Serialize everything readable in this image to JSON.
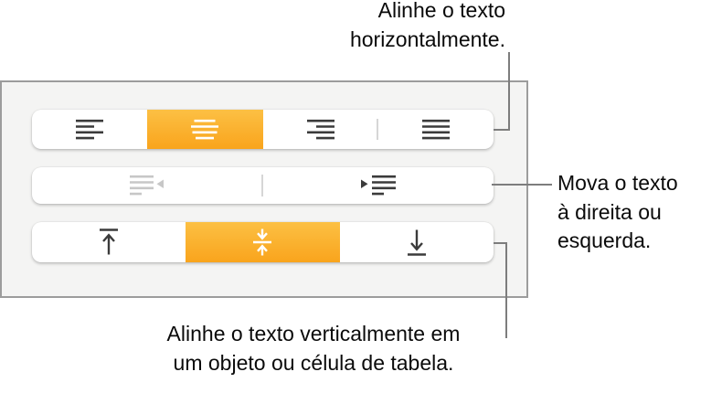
{
  "callouts": {
    "horizontal": {
      "lines": [
        "Alinhe o texto",
        "horizontalmente."
      ]
    },
    "indent": {
      "lines": [
        "Mova o texto",
        "à direita ou",
        "esquerda."
      ]
    },
    "vertical": {
      "lines": [
        "Alinhe o texto verticalmente em",
        "um objeto ou célula de tabela."
      ]
    }
  },
  "toolbar": {
    "rows": [
      {
        "name": "horizontal-alignment",
        "buttons": [
          {
            "icon": "align-left-icon",
            "selected": false,
            "disabled": false
          },
          {
            "icon": "align-center-icon",
            "selected": true,
            "disabled": false
          },
          {
            "icon": "align-right-icon",
            "selected": false,
            "disabled": false
          },
          {
            "icon": "justify-icon",
            "selected": false,
            "disabled": false
          }
        ]
      },
      {
        "name": "indentation",
        "buttons": [
          {
            "icon": "outdent-icon",
            "selected": false,
            "disabled": true
          },
          {
            "icon": "indent-icon",
            "selected": false,
            "disabled": false
          }
        ]
      },
      {
        "name": "vertical-alignment",
        "buttons": [
          {
            "icon": "align-top-icon",
            "selected": false,
            "disabled": false
          },
          {
            "icon": "align-middle-icon",
            "selected": true,
            "disabled": false
          },
          {
            "icon": "align-bottom-icon",
            "selected": false,
            "disabled": false
          }
        ]
      }
    ]
  },
  "colors": {
    "accent_top": "#fcc044",
    "accent_bottom": "#f9a41c",
    "panel_bg": "#f4f4f3",
    "panel_border": "#9c9c9c",
    "icon": "#3b3b3b",
    "icon_disabled": "#c7c7c7",
    "divider": "#d6d6d6",
    "callout_line": "#7d7d7d",
    "text": "#0a0a0a"
  }
}
